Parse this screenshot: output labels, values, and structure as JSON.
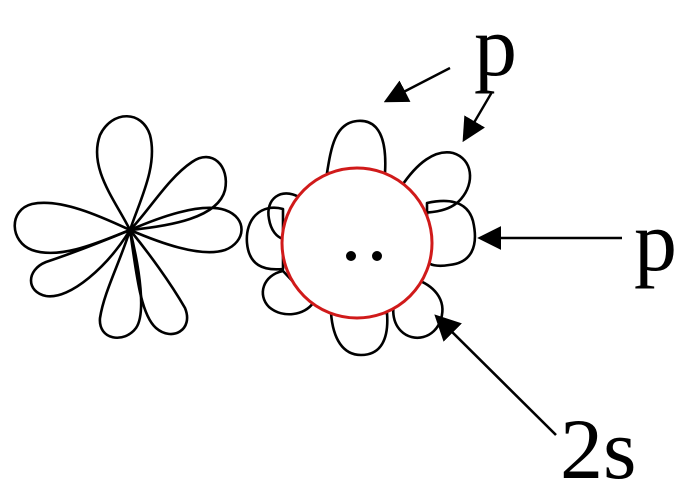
{
  "labels": {
    "p_top": "p",
    "p_right": "p",
    "s_bottom": "2s"
  },
  "colors": {
    "outline": "#000000",
    "s_orbital": "#d01a1a",
    "background": "#ffffff"
  },
  "electron_pair": "lone-pair-dots"
}
